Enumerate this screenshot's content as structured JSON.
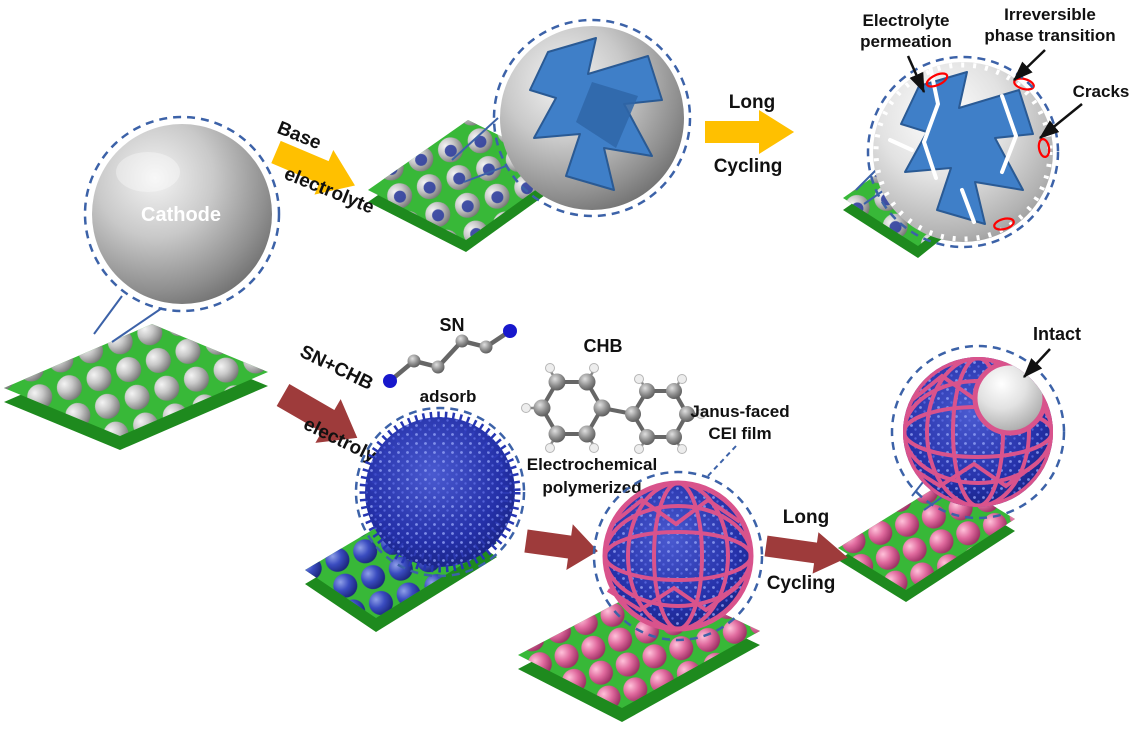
{
  "figure": {
    "top_row": {
      "cathode_label": "Cathode",
      "base_arrow": {
        "line1": "Base",
        "line2": "electrolyte"
      },
      "long_cycling": {
        "line1": "Long",
        "line2": "Cycling"
      },
      "annotations": {
        "electrolyte_permeation": {
          "line1": "Electrolyte",
          "line2": "permeation"
        },
        "irreversible_phase_transition": {
          "line1": "Irreversible",
          "line2": "phase transition"
        },
        "cracks": "Cracks"
      }
    },
    "bottom_row": {
      "sn_chb_arrow": {
        "line1": "SN+CHB",
        "line2": "electrolyte"
      },
      "sn_label": "SN",
      "adsorb_label": "adsorb",
      "chb_label": "CHB",
      "electrochemical": {
        "line1": "Electrochemical",
        "line2": "polymerized"
      },
      "janus_cei": {
        "line1": "Janus-faced",
        "line2": "CEI film"
      },
      "long_cycling": {
        "line1": "Long",
        "line2": "Cycling"
      },
      "intact_label": "Intact"
    },
    "colors": {
      "arrow_yellow": "#FFC000",
      "arrow_dark_red": "#9E3B3B",
      "slab_green": "#38B838",
      "slab_green_dark": "#1E8A1E",
      "ribbon_blue": "#3F7FC8",
      "mesh_pink": "#D9538C",
      "sphere_blue": "#2430A8",
      "dashed_circle_blue": "#3C62A8",
      "crack_outline_red": "#FF0000"
    }
  }
}
